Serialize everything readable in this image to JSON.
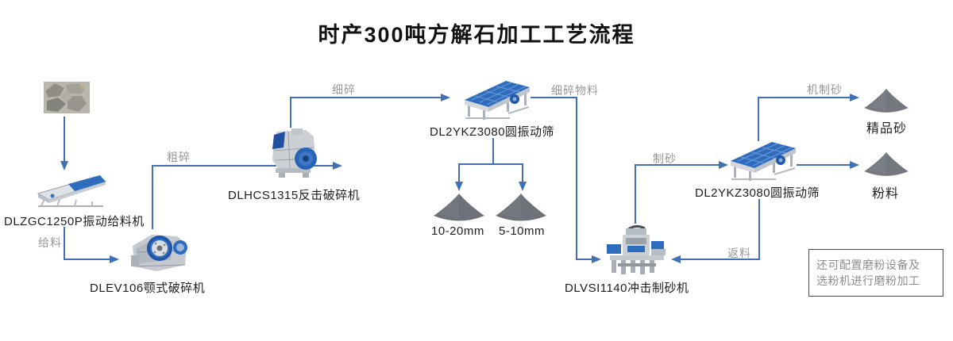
{
  "title": "时产300吨方解石加工工艺流程",
  "machines": {
    "feeder": {
      "label": "DLZGC1250P振动给料机"
    },
    "jaw_crusher": {
      "label": "DLEV106颚式破碎机"
    },
    "impact_crusher": {
      "label": "DLHCS1315反击破碎机"
    },
    "screen1": {
      "label": "DL2YKZ3080圆振动筛"
    },
    "sand_maker": {
      "label": "DLVSI1140冲击制砂机"
    },
    "screen2": {
      "label": "DL2YKZ3080圆振动筛"
    }
  },
  "flow_labels": {
    "feed": "给料",
    "coarse_crush": "粗碎",
    "fine_crush": "细碎",
    "fine_material": "细碎物料",
    "sand_making": "制砂",
    "machine_sand": "机制砂",
    "return_material": "返料"
  },
  "products": {
    "aggregate_10_20": "10-20mm",
    "aggregate_5_10": "5-10mm",
    "fine_sand": "精品砂",
    "powder": "粉料"
  },
  "note": {
    "line1": "还可配置磨粉设备及",
    "line2": "选粉机进行磨粉加工"
  },
  "colors": {
    "flow_line": "#4270b4",
    "step_label": "#98989a",
    "machine_label": "#1e1e1e",
    "machine_blue": "#2e6cbe",
    "pile_gray": "#6d7278"
  }
}
